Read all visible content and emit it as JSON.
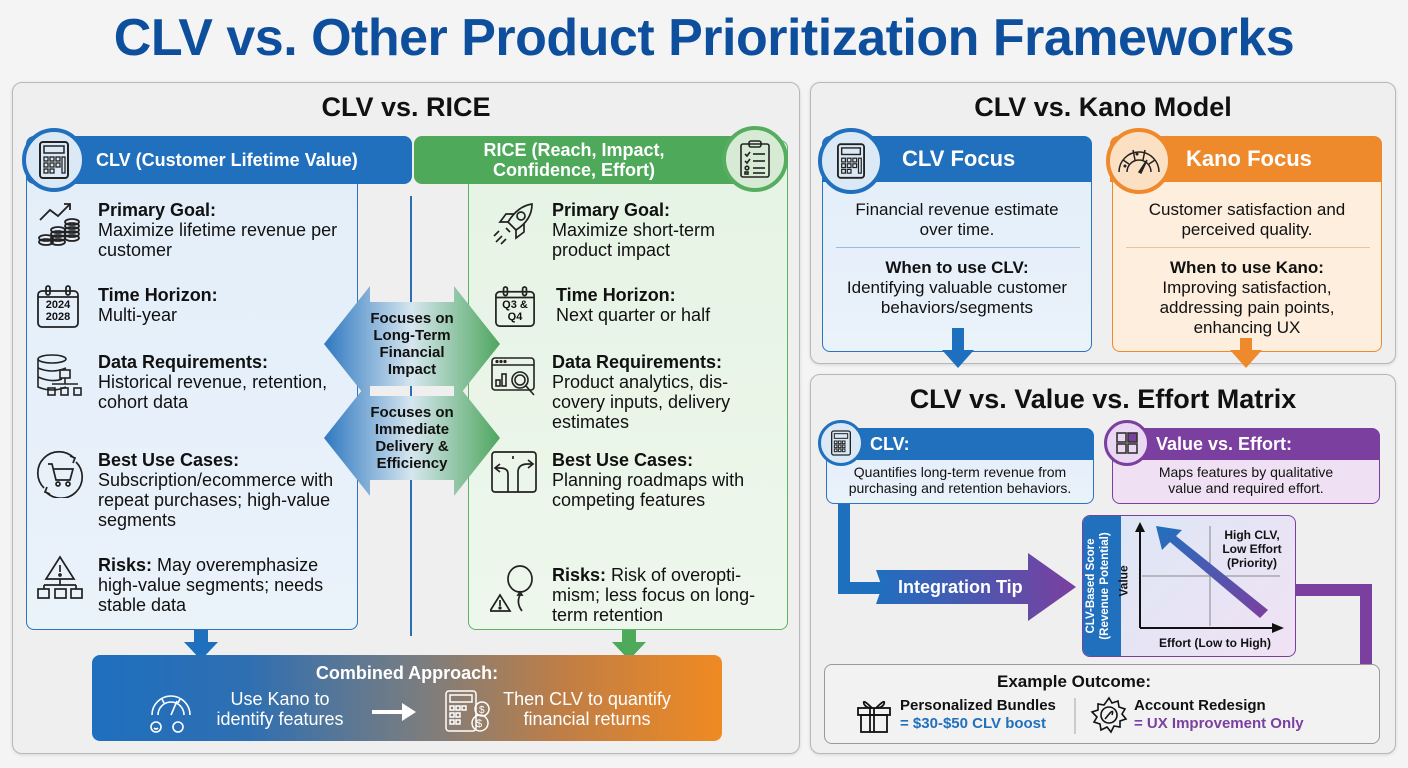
{
  "title": "CLV vs. Other Product Prioritization Frameworks",
  "colors": {
    "title": "#0d4f9c",
    "clv_blue": "#1f6fbf",
    "rice_green": "#4caa5a",
    "kano_orange": "#ef8a2c",
    "value_purple": "#7b3fa0"
  },
  "rice_panel": {
    "title": "CLV vs. RICE",
    "clv": {
      "header": "CLV (Customer Lifetime Value)",
      "icon": "calculator-icon",
      "rows": [
        {
          "icon": "coins-growth-icon",
          "label": "Primary Goal:",
          "text": "Maximize lifetime revenue per customer"
        },
        {
          "icon": "calendar-icon",
          "icon_text_1": "2024",
          "icon_text_2": "2028",
          "label": "Time Horizon:",
          "text": "Multi-year"
        },
        {
          "icon": "database-hierarchy-icon",
          "label": "Data Requirements:",
          "text": "Historical revenue, retention, cohort data"
        },
        {
          "icon": "cart-cycle-icon",
          "label": "Best Use Cases:",
          "text": "Subscription/ecommerce with repeat purchases; high-value segments"
        },
        {
          "icon": "warning-hierarchy-icon",
          "label": "Risks:",
          "text": "May overemphasize high-value segments; needs stable data"
        }
      ]
    },
    "rice": {
      "header_line1": "RICE (Reach, Impact,",
      "header_line2": "Confidence, Effort)",
      "icon": "clipboard-checklist-icon",
      "rows": [
        {
          "icon": "rocket-icon",
          "label": "Primary Goal:",
          "text": "Maximize short-term product impact"
        },
        {
          "icon": "calendar-icon",
          "icon_text_1": "Q3 &",
          "icon_text_2": "Q4",
          "label": "Time Horizon:",
          "text": "Next quarter or half"
        },
        {
          "icon": "analytics-magnifier-icon",
          "label": "Data Requirements:",
          "text": "Product analytics, dis-covery inputs, delivery estimates"
        },
        {
          "icon": "road-fork-icon",
          "label": "Best Use Cases:",
          "text": "Planning roadmaps with competing features"
        },
        {
          "icon": "balloon-warning-icon",
          "label": "Risks:",
          "text": "Risk of overopti-mism; less focus on long-term retention"
        }
      ]
    },
    "arrow_long_term": [
      "Focuses on",
      "Long-Term",
      "Financial",
      "Impact"
    ],
    "arrow_immediate": [
      "Focuses on",
      "Immediate",
      "Delivery &",
      "Efficiency"
    ],
    "combined": {
      "title": "Combined Approach:",
      "left_line1": "Use Kano to",
      "left_line2": "identify features",
      "right_line1": "Then CLV to quantify",
      "right_line2": "financial returns"
    }
  },
  "kano_panel": {
    "title": "CLV vs. Kano Model",
    "clv": {
      "header": "CLV Focus",
      "desc_line1": "Financial revenue estimate",
      "desc_line2": "over time.",
      "when_label": "When to use CLV:",
      "when_line1": "Identifying valuable customer",
      "when_line2": "behaviors/segments"
    },
    "kano": {
      "header": "Kano Focus",
      "desc_line1": "Customer satisfaction and",
      "desc_line2": "perceived quality.",
      "when_label": "When to use Kano:",
      "when_line1": "Improving satisfaction,",
      "when_line2": "addressing pain points,",
      "when_line3": "enhancing UX"
    }
  },
  "matrix_panel": {
    "title": "CLV vs. Value vs. Effort Matrix",
    "clv": {
      "header": "CLV:",
      "line1": "Quantifies long-term revenue from",
      "line2": "purchasing and retention behaviors."
    },
    "ve": {
      "header": "Value vs. Effort:",
      "line1": "Maps features by qualitative",
      "line2": "value and required effort."
    },
    "integration_tip": "Integration Tip",
    "chart": {
      "side_label_1": "CLV-Based Score",
      "side_label_2": "(Revenue Potential)",
      "y_label": "Value",
      "x_label": "Effort (Low to High)",
      "quadrant_line1": "High CLV,",
      "quadrant_line2": "Low Effort",
      "quadrant_line3": "(Priority)"
    },
    "outcome": {
      "title": "Example Outcome:",
      "item1_title": "Personalized Bundles",
      "item1_value": "= $30-$50 CLV boost",
      "item2_title": "Account Redesign",
      "item2_value": "= UX Improvement Only"
    }
  }
}
